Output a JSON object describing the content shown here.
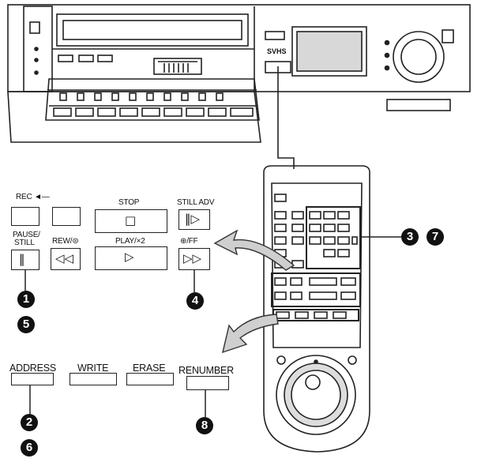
{
  "logo_text": "SVHS",
  "labels": {
    "rec": "REC",
    "stop": "STOP",
    "still_adv": "STILL ADV",
    "pause_still_1": "PAUSE/",
    "pause_still_2": "STILL",
    "rew": "REW/",
    "play": "PLAY/×2",
    "ff": "/FF",
    "address": "ADDRESS",
    "write": "WRITE",
    "erase": "ERASE",
    "renumber": "RENUMBER"
  },
  "callouts": {
    "n1": "1",
    "n2": "2",
    "n3": "3",
    "n4": "4",
    "n5": "5",
    "n6": "6",
    "n7": "7",
    "n8": "8"
  }
}
